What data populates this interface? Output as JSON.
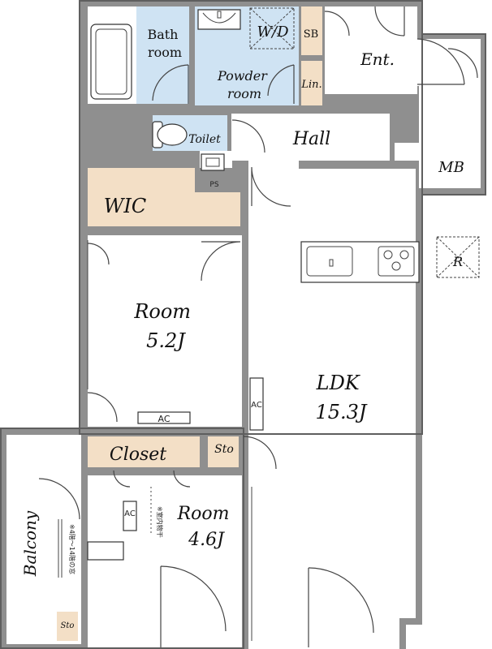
{
  "colors": {
    "wall": "#8f8f8f",
    "wet_area": "#cfe3f3",
    "storage": "#f3dfc6",
    "floor": "#ffffff"
  },
  "rooms": {
    "bath": "Bath\nroom",
    "wd": "W/D",
    "sb": "SB",
    "ent": "Ent.",
    "powder": "Powder\nroom",
    "lin": "Lin.",
    "toilet": "Toilet",
    "hall": "Hall",
    "mb": "MB",
    "ps": "PS",
    "wic": "WIC",
    "r": "R",
    "room1": "Room\n5.2J",
    "ac1": "AC",
    "ac2": "AC",
    "ldk": "LDK\n15.3J",
    "closet": "Closet",
    "sto1": "Sto",
    "balcony": "Balcony",
    "room2": "Room\n4.6J",
    "ac3": "AC",
    "note_drying": "※室内物干",
    "note_window": "※4階～14階の窓",
    "sto2": "Sto"
  }
}
